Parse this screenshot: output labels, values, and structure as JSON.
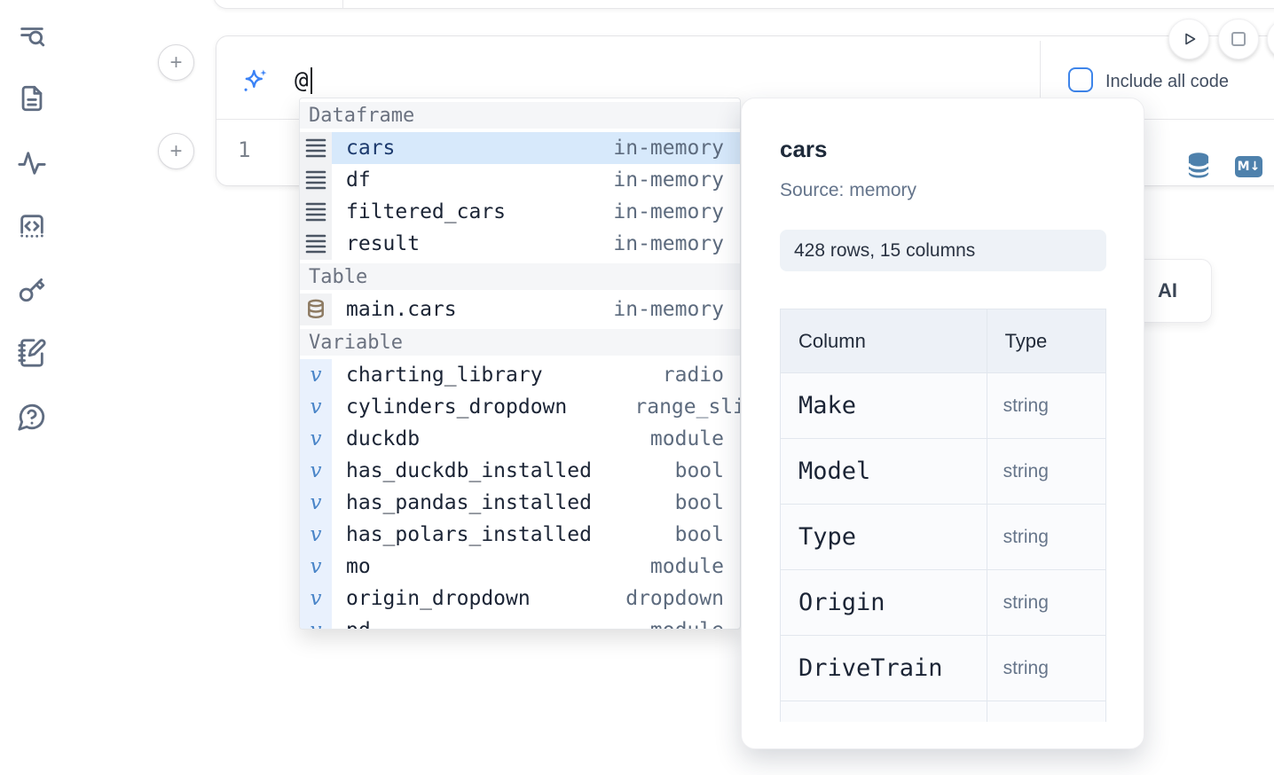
{
  "toolbar": {
    "include_all_code_label": "Include all code"
  },
  "ai_input": {
    "value": "@"
  },
  "editor": {
    "line_number": "1"
  },
  "ai_button": {
    "label": "AI"
  },
  "autocomplete": {
    "sections": [
      {
        "label": "Dataframe",
        "items": [
          {
            "name": "cars",
            "type": "in-memory"
          },
          {
            "name": "df",
            "type": "in-memory"
          },
          {
            "name": "filtered_cars",
            "type": "in-memory"
          },
          {
            "name": "result",
            "type": "in-memory"
          }
        ]
      },
      {
        "label": "Table",
        "items": [
          {
            "name": "main.cars",
            "type": "in-memory"
          }
        ]
      },
      {
        "label": "Variable",
        "items": [
          {
            "name": "charting_library",
            "type": "radio"
          },
          {
            "name": "cylinders_dropdown",
            "type": "range_sli"
          },
          {
            "name": "duckdb",
            "type": "module"
          },
          {
            "name": "has_duckdb_installed",
            "type": "bool"
          },
          {
            "name": "has_pandas_installed",
            "type": "bool"
          },
          {
            "name": "has_polars_installed",
            "type": "bool"
          },
          {
            "name": "mo",
            "type": "module"
          },
          {
            "name": "origin_dropdown",
            "type": "dropdown"
          },
          {
            "name": "pd",
            "type": "module"
          }
        ]
      }
    ]
  },
  "preview": {
    "title": "cars",
    "source_label": "Source: memory",
    "shape_badge": "428 rows, 15 columns",
    "table": {
      "headers": {
        "column": "Column",
        "type": "Type"
      },
      "rows": [
        {
          "column": "Make",
          "type": "string"
        },
        {
          "column": "Model",
          "type": "string"
        },
        {
          "column": "Type",
          "type": "string"
        },
        {
          "column": "Origin",
          "type": "string"
        },
        {
          "column": "DriveTrain",
          "type": "string"
        }
      ]
    }
  },
  "colors": {
    "accent": "#3b82f6",
    "selected_row": "#d7e9fb",
    "steel_icon": "#4e81ac"
  }
}
